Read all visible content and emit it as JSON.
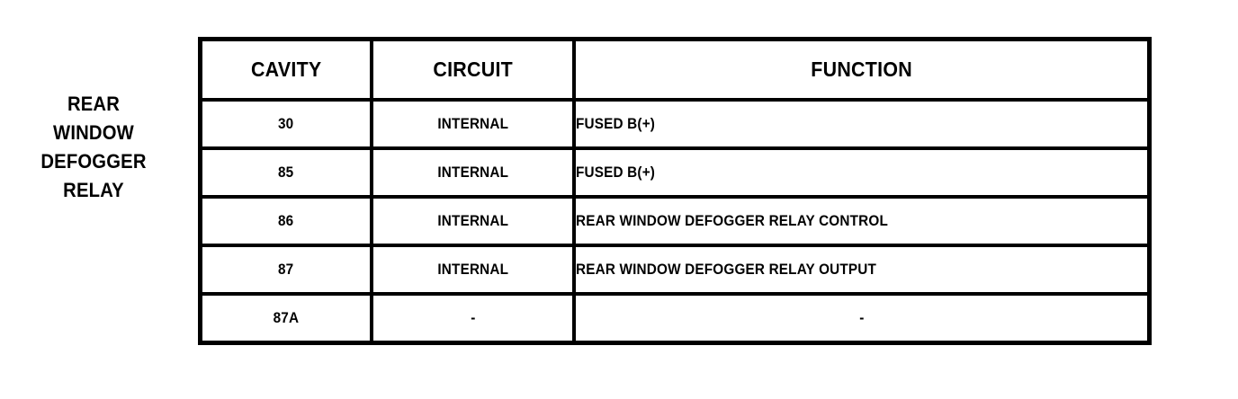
{
  "component": {
    "name": "rear-window-defogger-relay",
    "label_lines": [
      "REAR",
      "WINDOW",
      "DEFOGGER",
      "RELAY"
    ]
  },
  "table": {
    "columns": [
      "CAVITY",
      "CIRCUIT",
      "FUNCTION"
    ],
    "rows": [
      {
        "cavity": "30",
        "circuit": "INTERNAL",
        "function": "FUSED B(+)"
      },
      {
        "cavity": "85",
        "circuit": "INTERNAL",
        "function": "FUSED B(+)"
      },
      {
        "cavity": "86",
        "circuit": "INTERNAL",
        "function": "REAR WINDOW DEFOGGER RELAY CONTROL"
      },
      {
        "cavity": "87",
        "circuit": "INTERNAL",
        "function": "REAR WINDOW DEFOGGER RELAY OUTPUT"
      },
      {
        "cavity": "87A",
        "circuit": "-",
        "function": "-"
      }
    ]
  },
  "colors": {
    "background": "#ffffff",
    "ink": "#000000",
    "border": "#000000"
  }
}
